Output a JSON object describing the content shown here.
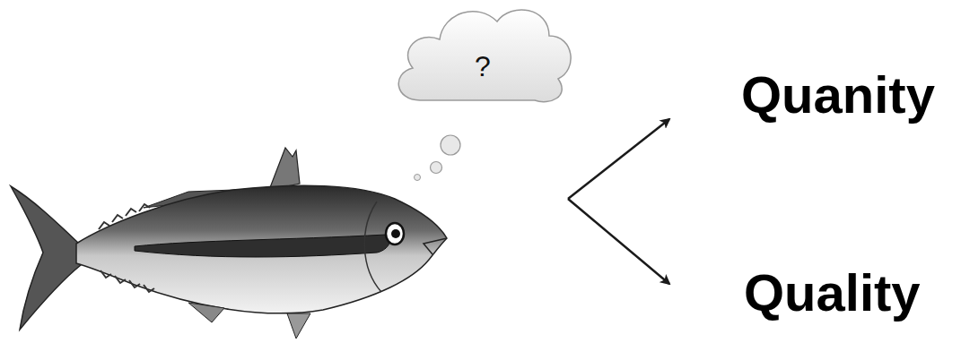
{
  "diagram": {
    "nodes": [
      {
        "text": [
          "?"
        ]
      }
    ],
    "labels": [
      "Quanity",
      "Quality"
    ]
  }
}
